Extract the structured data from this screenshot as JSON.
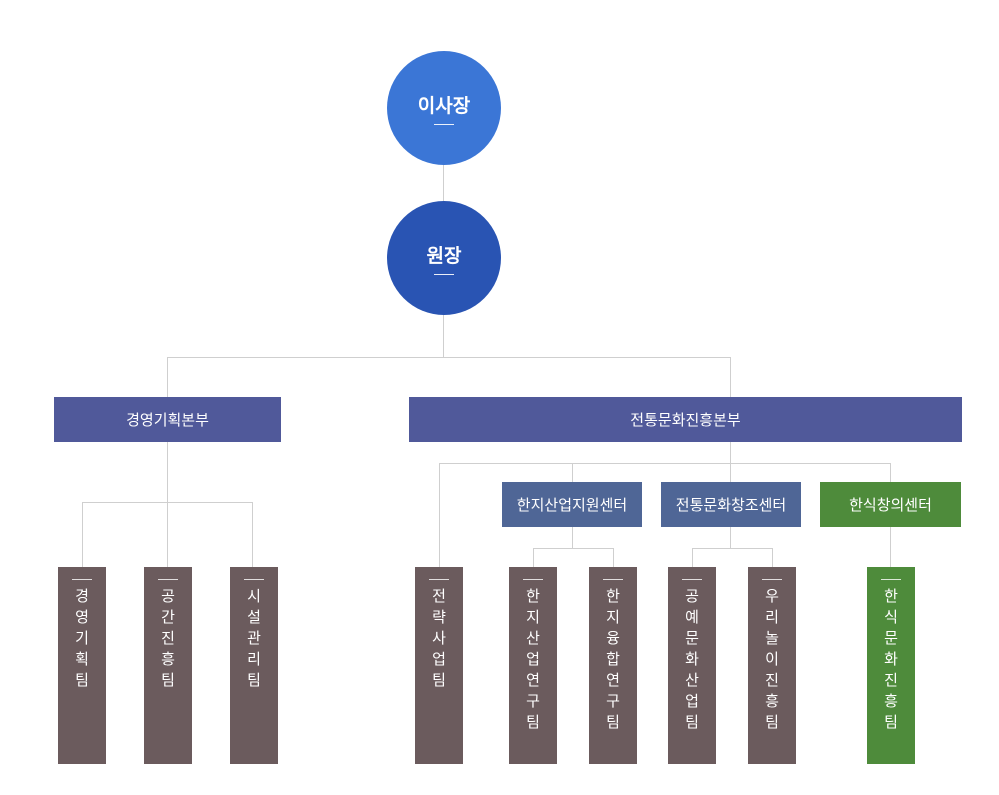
{
  "colors": {
    "chairman": "#3b76d6",
    "president": "#2954b3",
    "division": "#50599a",
    "center": "#4f6696",
    "center_special": "#4e8b3b",
    "team": "#6b5b5d",
    "team_special": "#4e8b3b",
    "connector": "#cfcfcf"
  },
  "chairman": {
    "label": "이사장"
  },
  "president": {
    "label": "원장"
  },
  "divisions": {
    "management": {
      "label": "경영기획본부"
    },
    "culture": {
      "label": "전통문화진흥본부"
    }
  },
  "centers": {
    "hanji": {
      "label": "한지산업지원센터"
    },
    "creative": {
      "label": "전통문화창조센터"
    },
    "hansik": {
      "label": "한식창의센터"
    }
  },
  "teams": {
    "planning": {
      "label": "경영기획팀"
    },
    "space": {
      "label": "공간진흥팀"
    },
    "facility": {
      "label": "시설관리팀"
    },
    "strategy": {
      "label": "전략사업팀"
    },
    "hanji_industry": {
      "label": "한지산업연구팀"
    },
    "hanji_fusion": {
      "label": "한지융합연구팀"
    },
    "craft": {
      "label": "공예문화산업팀"
    },
    "play": {
      "label": "우리놀이진흥팀"
    },
    "hansik_culture": {
      "label": "한식문화진흥팀"
    }
  }
}
